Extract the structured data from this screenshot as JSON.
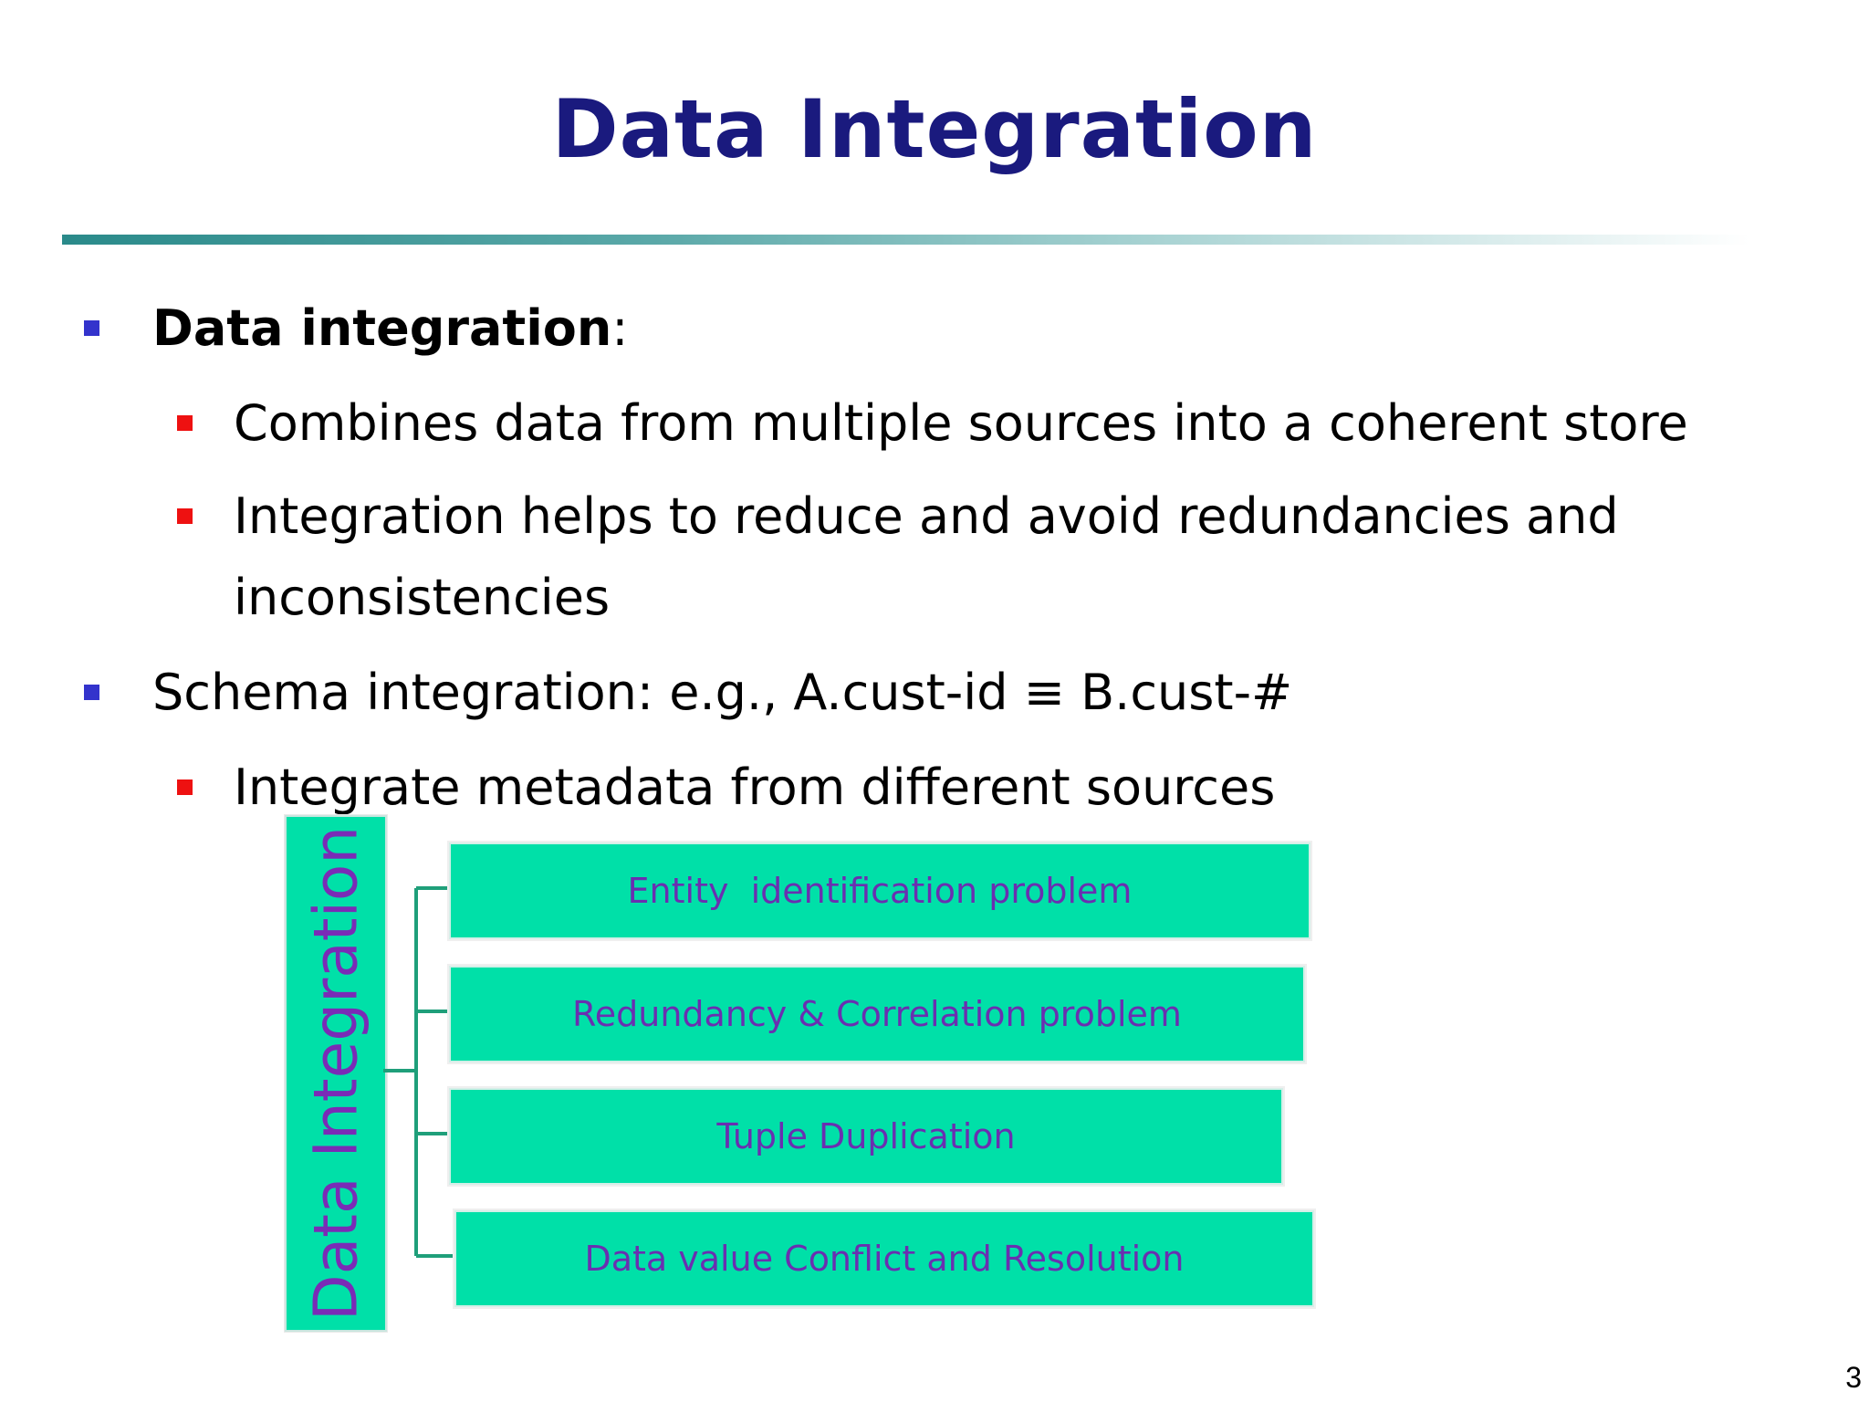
{
  "slide": {
    "title": "Data Integration",
    "page_number": "3"
  },
  "bullets": {
    "b1_bold": "Data integration",
    "b1_rest": ":",
    "b1_sub1": "Combines data from multiple sources into a coherent store",
    "b1_sub2_line1": "Integration helps to reduce and avoid redundancies and",
    "b1_sub2_line2": "inconsistencies",
    "b2": "Schema integration: e.g., A.cust-id ≡ B.cust-#",
    "b2_sub1": "Integrate metadata from different sources"
  },
  "diagram": {
    "root_label": "Data Integration",
    "branches": [
      "Entity  identification problem",
      "Redundancy & Correlation problem",
      "Tuple Duplication",
      "Data value Conflict and Resolution"
    ]
  },
  "colors": {
    "title": "#1a1a7e",
    "level1_bullet": "#3333cc",
    "level2_bullet": "#ee1111",
    "box_fill": "#00e0a8",
    "box_text": "#6a2fb0",
    "connector": "#1f9f7a"
  }
}
